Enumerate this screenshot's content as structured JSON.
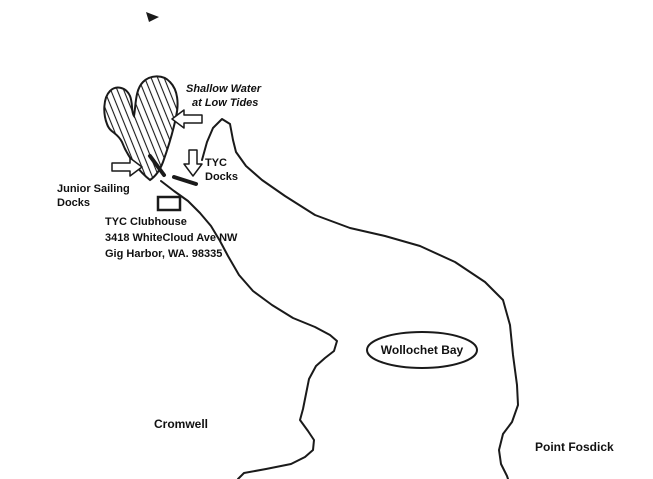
{
  "map": {
    "colors": {
      "ink": "#1a1a1a",
      "background": "#ffffff"
    },
    "labels": {
      "shallow_water": {
        "line1": "Shallow Water",
        "line2": "at Low Tides"
      },
      "tyc_docks": {
        "line1": "TYC",
        "line2": "Docks"
      },
      "junior_sailing": {
        "line1": "Junior Sailing",
        "line2": "Docks"
      },
      "clubhouse": {
        "line1": "TYC  Clubhouse",
        "line2": "3418 WhiteCloud  Ave NW",
        "line3": "Gig Harbor, WA. 98335"
      },
      "bay": "Wollochet Bay",
      "cromwell": "Cromwell",
      "point_fosdick": "Point Fosdick"
    },
    "icons": {
      "arrow_left": "hollow arrow pointing left at shallow water",
      "arrow_right": "hollow arrow pointing right at junior sailing docks",
      "arrow_down": "hollow arrow pointing down at TYC docks"
    }
  }
}
